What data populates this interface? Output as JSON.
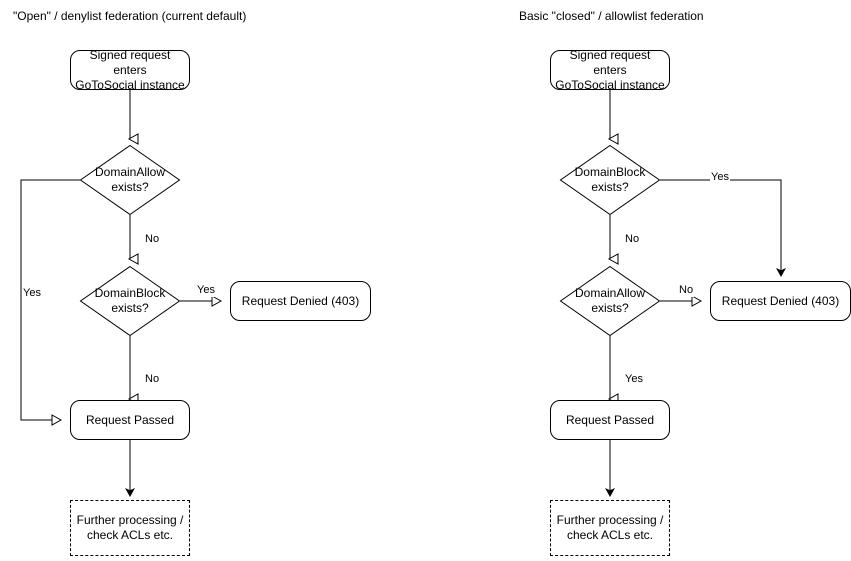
{
  "page": {
    "background": "#ffffff",
    "stroke_color": "#000000",
    "text_color": "#000000"
  },
  "diagrams": [
    {
      "id": "open-denylist",
      "title": "\"Open\" / denylist federation (current default)",
      "nodes": {
        "start": "Signed request enters\nGoToSocial instance",
        "start_line1": "Signed request enters",
        "start_line2": "GoToSocial instance",
        "decision1_line1": "DomainAllow",
        "decision1_line2": "exists?",
        "decision2_line1": "DomainBlock",
        "decision2_line2": "exists?",
        "denied": "Request Denied (403)",
        "passed": "Request Passed",
        "further_line1": "Further processing /",
        "further_line2": "check ACLs etc."
      },
      "edge_labels": {
        "allow_yes": "Yes",
        "allow_no": "No",
        "block_yes": "Yes",
        "block_no": "No"
      }
    },
    {
      "id": "closed-allowlist",
      "title": "Basic \"closed\" / allowlist federation",
      "nodes": {
        "start_line1": "Signed request enters",
        "start_line2": "GoToSocial instance",
        "decision1_line1": "DomainBlock",
        "decision1_line2": "exists?",
        "decision2_line1": "DomainAllow",
        "decision2_line2": "exists?",
        "denied": "Request Denied (403)",
        "passed": "Request Passed",
        "further_line1": "Further processing /",
        "further_line2": "check ACLs etc."
      },
      "edge_labels": {
        "block_yes": "Yes",
        "block_no": "No",
        "allow_no": "No",
        "allow_yes": "Yes"
      }
    }
  ]
}
